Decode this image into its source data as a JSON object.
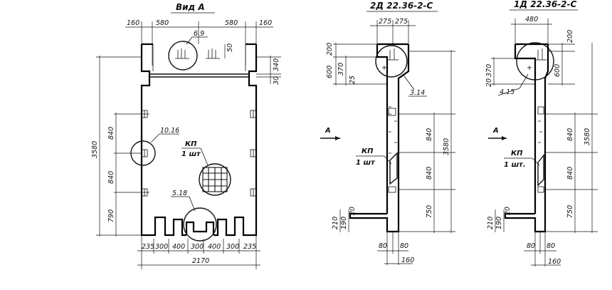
{
  "view_a": {
    "title": "Вид А",
    "top_dims": [
      "160",
      "580",
      "580",
      "160"
    ],
    "circle_top_label": "6.9",
    "dim_50": "50",
    "dim_340": "340",
    "dim_30": "30",
    "height_total": "3580",
    "left_dims": [
      "840",
      "840",
      "790"
    ],
    "circle_left_label": "10.16",
    "circle_bottom_label": "5.18",
    "kp_label": "КП",
    "kp_qty": "1 шт",
    "bottom_dims": [
      "235",
      "300",
      "400",
      "300",
      "400",
      "300",
      "235"
    ],
    "width_total": "2170"
  },
  "section_2d": {
    "title": "2Д 22.36-2-С",
    "top_dims": [
      "275",
      "275"
    ],
    "left_dims": [
      "200",
      "370",
      "600",
      "25"
    ],
    "circle_label": "3.14",
    "height_total": "3580",
    "right_dims": [
      "840",
      "840",
      "750"
    ],
    "arrow_label": "А",
    "kp_label": "КП",
    "kp_qty": "1 шт",
    "bottom_left_dims": [
      "210",
      "190",
      "20"
    ],
    "bottom_dims": [
      "80",
      "80"
    ],
    "width_total": "160"
  },
  "section_1d": {
    "title": "1Д 22.36-2-С",
    "top_dim": "480",
    "top_right_dim": "200",
    "left_dims": [
      "370",
      "20"
    ],
    "circle_label": "4.15",
    "dim_600": "600",
    "height_total": "3580",
    "right_dims": [
      "840",
      "840",
      "750"
    ],
    "arrow_label": "А",
    "kp_label": "КП",
    "kp_qty": "1 шт.",
    "bottom_left_dims": [
      "210",
      "190",
      "20"
    ],
    "bottom_dims": [
      "80",
      "80"
    ],
    "width_total": "160"
  }
}
